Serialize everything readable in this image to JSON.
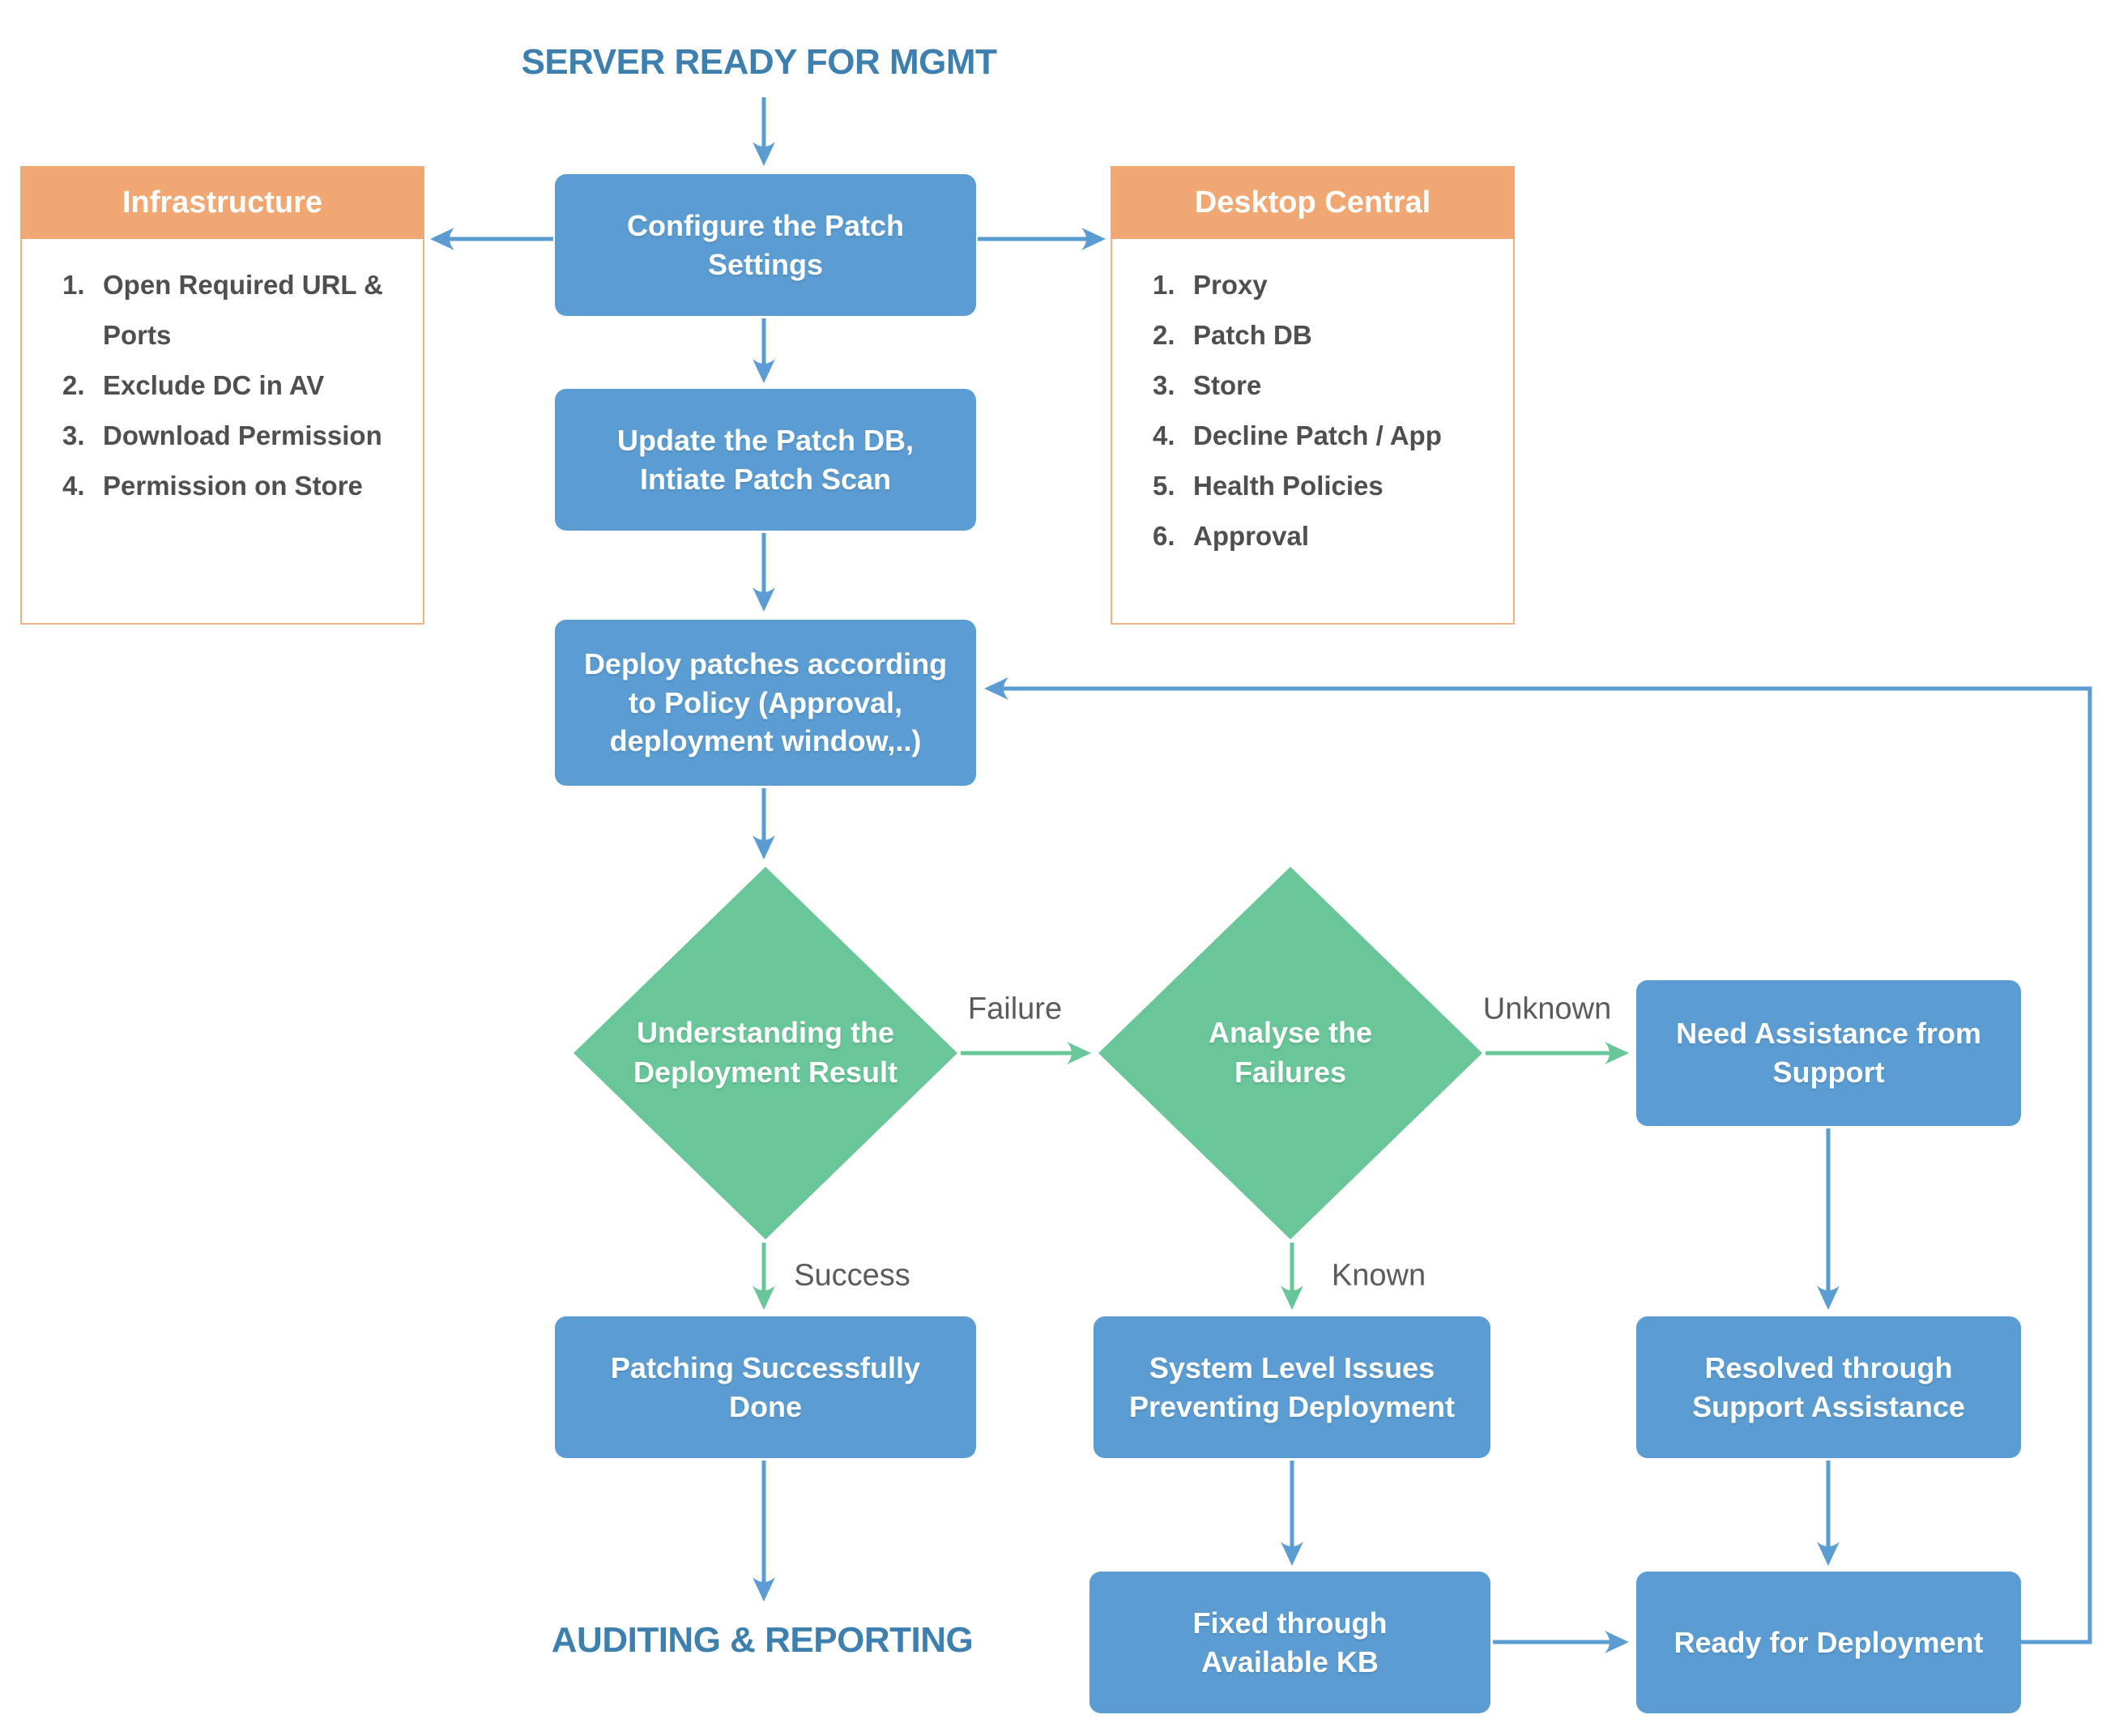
{
  "colors": {
    "blue": "#5b9dd3",
    "green": "#69c699",
    "orange": "#f0a771",
    "panel-border": "#f2b285",
    "heading": "#3d80af",
    "label-gray": "#5b5b5b",
    "list-text": "#4f4f4f"
  },
  "title": "SERVER READY FOR MGMT",
  "footer": "AUDITING & REPORTING",
  "panels": [
    {
      "title": "Infrastructure",
      "items": [
        {
          "num": "1.",
          "text": "Open Required URL & Ports"
        },
        {
          "num": "2.",
          "text": "Exclude DC in AV"
        },
        {
          "num": "3.",
          "text": "Download Permission"
        },
        {
          "num": "4.",
          "text": "Permission on Store"
        }
      ]
    },
    {
      "title": "Desktop Central",
      "items": [
        {
          "num": "1.",
          "text": "Proxy"
        },
        {
          "num": "2.",
          "text": "Patch DB"
        },
        {
          "num": "3.",
          "text": "Store"
        },
        {
          "num": "4.",
          "text": "Decline Patch / App"
        },
        {
          "num": "5.",
          "text": "Health Policies"
        },
        {
          "num": "6.",
          "text": "Approval"
        }
      ]
    }
  ],
  "nodes": {
    "configure": "Configure the Patch Settings",
    "update": "Update the Patch DB, Intiate Patch Scan",
    "deploy": "Deploy patches according to Policy (Approval, deployment window,..)",
    "understanding": "Understanding the Deployment Result",
    "analyse": "Analyse the Failures",
    "need_assistance": "Need Assistance from Support",
    "patching_done": "Patching Successfully Done",
    "system_issues": "System Level Issues Preventing Deployment",
    "resolved": "Resolved through Support Assistance",
    "fixed_kb": "Fixed through Available KB",
    "ready": "Ready for Deployment"
  },
  "edge_labels": {
    "failure": "Failure",
    "success": "Success",
    "unknown": "Unknown",
    "known": "Known"
  }
}
